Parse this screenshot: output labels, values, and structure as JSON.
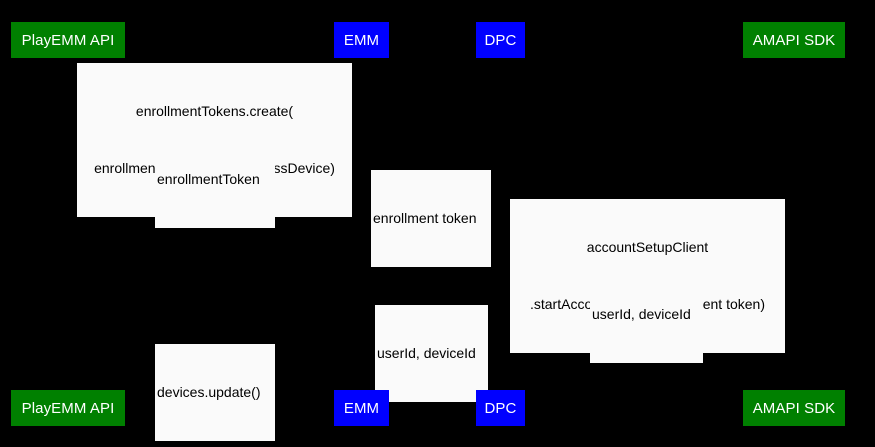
{
  "diagram": {
    "type": "sequence-diagram",
    "background_color": "#000000",
    "label_background_color": "#FAFAFA",
    "label_text_color": "#000000",
    "participant_text_color": "#FFFFFF"
  },
  "participants": [
    {
      "id": "playemm-api",
      "label": "PlayEMM API",
      "color": "#008000",
      "style": "green"
    },
    {
      "id": "emm",
      "label": "EMM",
      "color": "#0000FF",
      "style": "blue"
    },
    {
      "id": "dpc",
      "label": "DPC",
      "color": "#0000FF",
      "style": "blue"
    },
    {
      "id": "amapi-sdk",
      "label": "AMAPI SDK",
      "color": "#008000",
      "style": "green"
    }
  ],
  "messages": [
    {
      "id": "enrollment-tokens-create",
      "line1": "enrollmentTokens.create(",
      "line2": "enrollmentTokenType=userlessDevice)",
      "from": "emm",
      "to": "playemm-api"
    },
    {
      "id": "enrollment-token-response",
      "line1": "enrollmentToken",
      "from": "playemm-api",
      "to": "emm"
    },
    {
      "id": "enrollment-token-to-dpc",
      "line1": "enrollment token",
      "from": "emm",
      "to": "dpc"
    },
    {
      "id": "start-account-setup",
      "line1": "accountSetupClient",
      "line2": ".startAccountSetup(entrollment token)",
      "from": "dpc",
      "to": "amapi-sdk"
    },
    {
      "id": "userid-deviceid-to-dpc",
      "line1": "userId, deviceId",
      "from": "amapi-sdk",
      "to": "dpc"
    },
    {
      "id": "userid-deviceid-to-emm",
      "line1": "userId, deviceId",
      "from": "dpc",
      "to": "emm"
    },
    {
      "id": "devices-update",
      "line1": "devices.update()",
      "from": "emm",
      "to": "playemm-api"
    }
  ]
}
